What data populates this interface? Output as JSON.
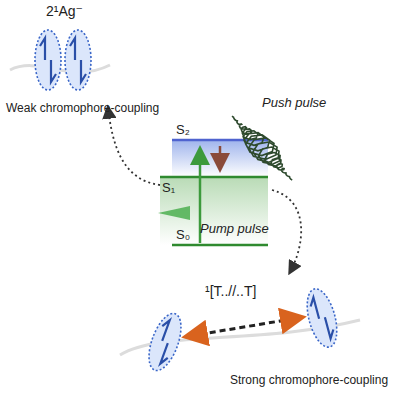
{
  "diagram": {
    "labels": [
      "2¹Ag⁻",
      "Weak chromophore-coupling",
      "S₂",
      "Push pulse",
      "S₁",
      "Pump pulse",
      "S₀",
      "¹[T..//..T]",
      "Strong chromophore-coupling"
    ]
  }
}
